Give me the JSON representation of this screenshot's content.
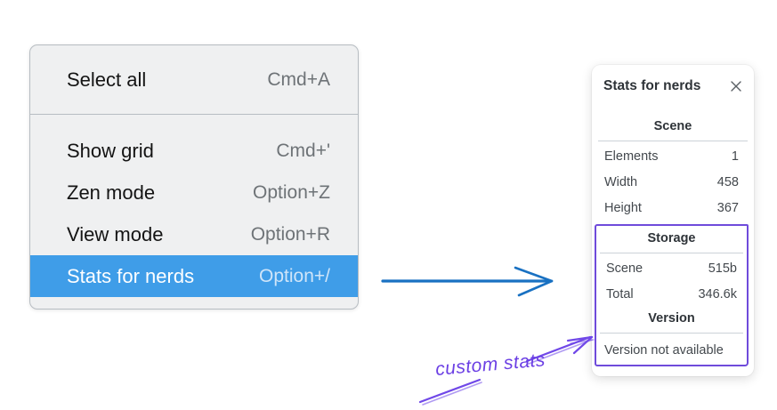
{
  "menu": {
    "items": [
      {
        "label": "Select all",
        "shortcut": "Cmd+A"
      },
      {
        "label": "Show grid",
        "shortcut": "Cmd+'"
      },
      {
        "label": "Zen mode",
        "shortcut": "Option+Z"
      },
      {
        "label": "View mode",
        "shortcut": "Option+R"
      },
      {
        "label": "Stats for nerds",
        "shortcut": "Option+/",
        "selected": true
      }
    ]
  },
  "panel": {
    "title": "Stats for nerds",
    "sections": [
      {
        "heading": "Scene",
        "rows": [
          {
            "label": "Elements",
            "value": "1"
          },
          {
            "label": "Width",
            "value": "458"
          },
          {
            "label": "Height",
            "value": "367"
          }
        ]
      },
      {
        "heading": "Storage",
        "rows": [
          {
            "label": "Scene",
            "value": "515b"
          },
          {
            "label": "Total",
            "value": "346.6k"
          }
        ]
      },
      {
        "heading": "Version",
        "note": "Version not available"
      }
    ]
  },
  "annotation": {
    "label": "custom stats"
  },
  "colors": {
    "selection_blue": "#3f9de8",
    "arrow_blue": "#1971c2",
    "annotation_purple": "#7048e8",
    "menu_background": "#eff0f1"
  }
}
